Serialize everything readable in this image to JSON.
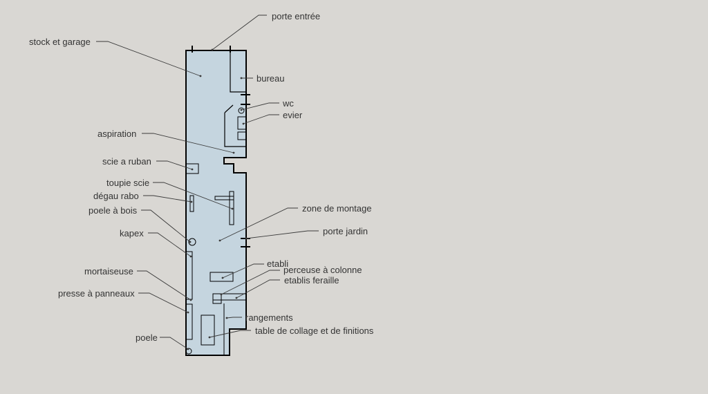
{
  "colors": {
    "background": "#d9d7d3",
    "floor": "#c5d5df",
    "wall": "#000000",
    "leader": "#3a3a3a",
    "text": "#333333"
  },
  "labels": {
    "porte_entree": "porte entrée",
    "stock_garage": "stock et garage",
    "bureau": "bureau",
    "wc": "wc",
    "evier": "evier",
    "aspiration": "aspiration",
    "scie_ruban": "scie a ruban",
    "toupie_scie": "toupie scie",
    "degau_rabo": "dégau rabo",
    "poele_bois": "poele à bois",
    "kapex": "kapex",
    "mortaiseuse": "mortaiseuse",
    "presse_panneaux": "presse à panneaux",
    "poele": "poele",
    "zone_montage": "zone de montage",
    "porte_jardin": "porte jardin",
    "etabli": "etabli",
    "perceuse_colonne": "perceuse à colonne",
    "etablis_feraille": "etablis feraille",
    "rangements": "rangements",
    "table_collage": "table de collage et de finitions"
  }
}
